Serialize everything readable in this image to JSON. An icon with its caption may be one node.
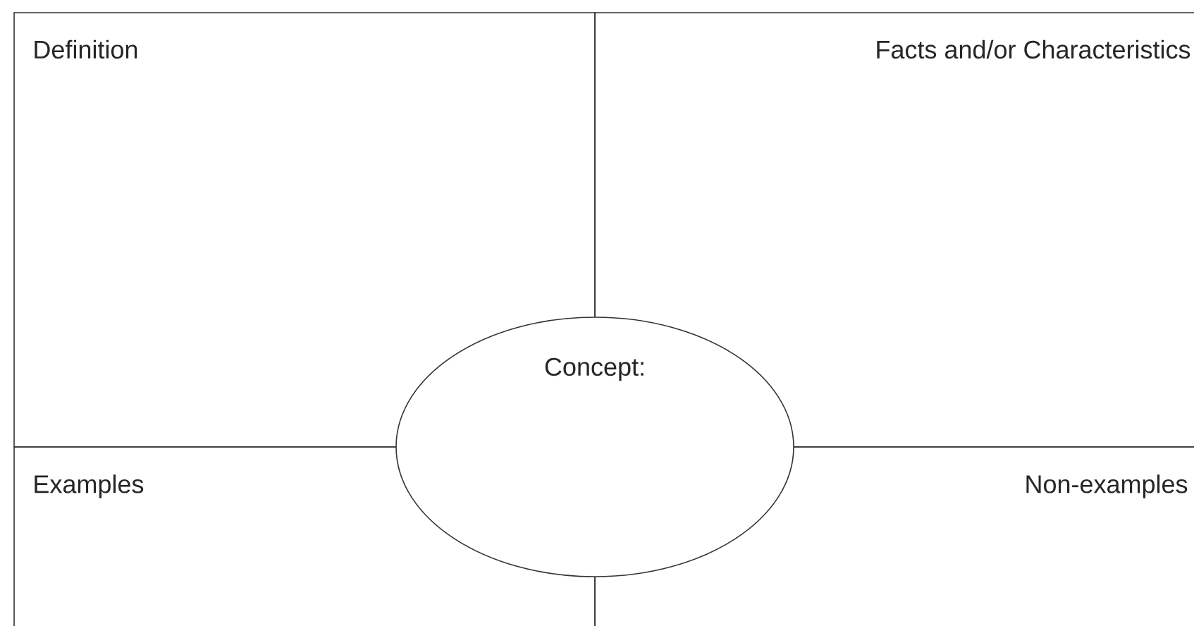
{
  "diagram": {
    "nodes": [
      {
        "text": [
          "Definition"
        ]
      },
      {
        "text": [
          "Facts and/or Characteristics"
        ]
      },
      {
        "text": [
          "Examples"
        ]
      },
      {
        "text": [
          "Non-examples"
        ]
      },
      {
        "text": [
          "Concept:"
        ]
      }
    ]
  }
}
